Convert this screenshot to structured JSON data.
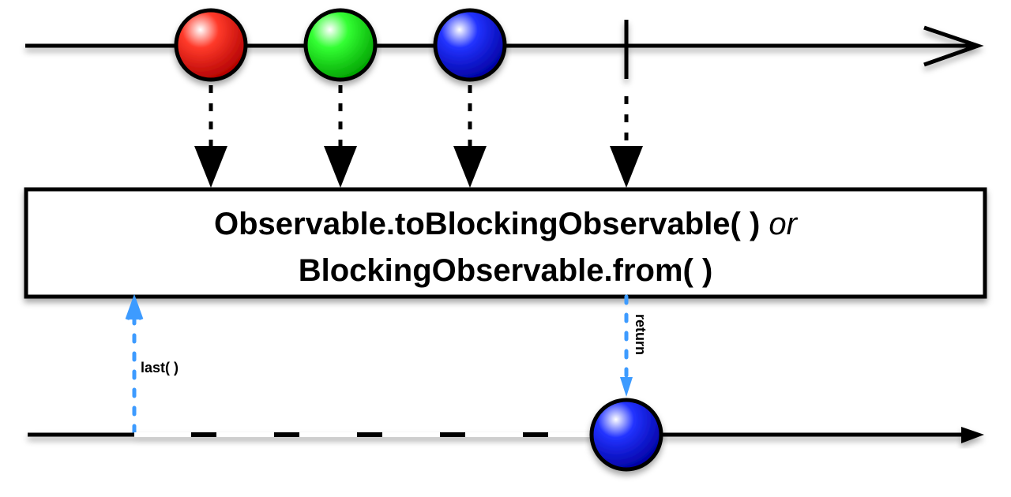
{
  "operator": {
    "line1_main": "Observable.toBlockingObservable( ) ",
    "line1_or": "or",
    "line2": "BlockingObservable.from( )"
  },
  "labels": {
    "last": "last( )",
    "return": "return"
  },
  "source_marbles": [
    {
      "color": "#ff2a1a",
      "name": "red"
    },
    {
      "color": "#22ee22",
      "name": "green"
    },
    {
      "color": "#1a2cff",
      "name": "blue"
    }
  ],
  "result_marble": {
    "color": "#1a2cff",
    "name": "blue"
  },
  "colors": {
    "call_arrow": "#3d9bff"
  }
}
